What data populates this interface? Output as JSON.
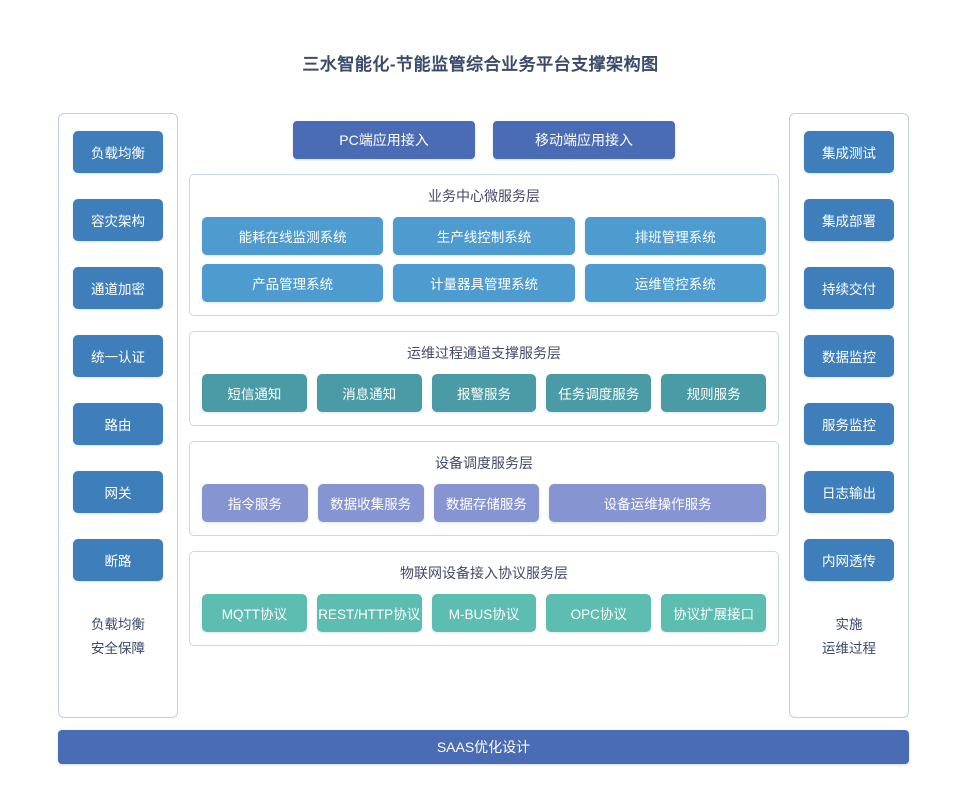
{
  "title": "三水智能化-节能监管综合业务平台支撑架构图",
  "colors": {
    "title_text": "#3a4a6b",
    "sidebar_button": "#3d7ebb",
    "access_button": "#4a6cb5",
    "business_box": "#4e9bd0",
    "ops_box": "#4a9ba5",
    "device_box": "#8695d2",
    "iot_box": "#5cbdb0",
    "panel_border": "#c5d9ec",
    "bottom_bar": "#4a6cb5"
  },
  "left_sidebar": {
    "items": [
      {
        "label": "负载均衡"
      },
      {
        "label": "容灾架构"
      },
      {
        "label": "通道加密"
      },
      {
        "label": "统一认证"
      },
      {
        "label": "路由"
      },
      {
        "label": "网关"
      },
      {
        "label": "断路"
      }
    ],
    "note_line1": "负载均衡",
    "note_line2": "安全保障"
  },
  "right_sidebar": {
    "items": [
      {
        "label": "集成测试"
      },
      {
        "label": "集成部署"
      },
      {
        "label": "持续交付"
      },
      {
        "label": "数据监控"
      },
      {
        "label": "服务监控"
      },
      {
        "label": "日志输出"
      },
      {
        "label": "内网透传"
      }
    ],
    "note_line1": "实施",
    "note_line2": "运维过程"
  },
  "access": {
    "pc": "PC端应用接入",
    "mobile": "移动端应用接入"
  },
  "layers": [
    {
      "title": "业务中心微服务层",
      "style": "biz",
      "rows": [
        [
          {
            "label": "能耗在线监测系统"
          },
          {
            "label": "生产线控制系统"
          },
          {
            "label": "排班管理系统"
          }
        ],
        [
          {
            "label": "产品管理系统"
          },
          {
            "label": "计量器具管理系统"
          },
          {
            "label": "运维管控系统"
          }
        ]
      ]
    },
    {
      "title": "运维过程通道支撑服务层",
      "style": "ops",
      "rows": [
        [
          {
            "label": "短信通知"
          },
          {
            "label": "消息通知"
          },
          {
            "label": "报警服务"
          },
          {
            "label": "任务调度服务"
          },
          {
            "label": "规则服务"
          }
        ]
      ]
    },
    {
      "title": "设备调度服务层",
      "style": "dev",
      "rows": [
        [
          {
            "label": "指令服务"
          },
          {
            "label": "数据收集服务"
          },
          {
            "label": "数据存储服务"
          },
          {
            "label": "设备运维操作服务",
            "wide": true
          }
        ]
      ]
    },
    {
      "title": "物联网设备接入协议服务层",
      "style": "iot",
      "rows": [
        [
          {
            "label": "MQTT协议"
          },
          {
            "label": "REST/HTTP协议"
          },
          {
            "label": "M-BUS协议"
          },
          {
            "label": "OPC协议"
          },
          {
            "label": "协议扩展接口"
          }
        ]
      ]
    }
  ],
  "bottom_bar": {
    "label": "SAAS优化设计"
  }
}
